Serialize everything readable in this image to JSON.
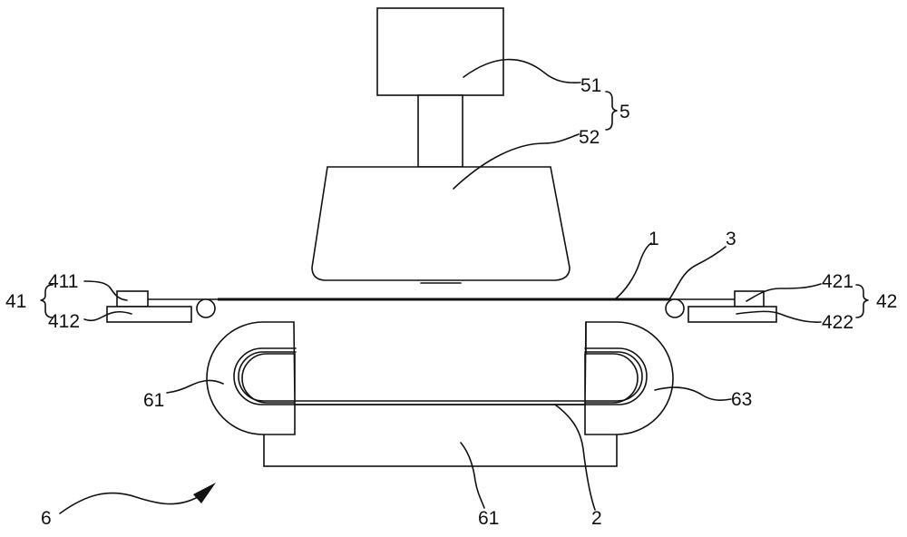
{
  "labels": {
    "l51": "51",
    "l52": "52",
    "l5": "5",
    "l1": "1",
    "l3": "3",
    "l411": "411",
    "l412": "412",
    "l41": "41",
    "l421": "421",
    "l422": "422",
    "l42": "42",
    "l61_left": "61",
    "l63": "63",
    "l61_bottom": "61",
    "l2": "2",
    "l6": "6"
  }
}
